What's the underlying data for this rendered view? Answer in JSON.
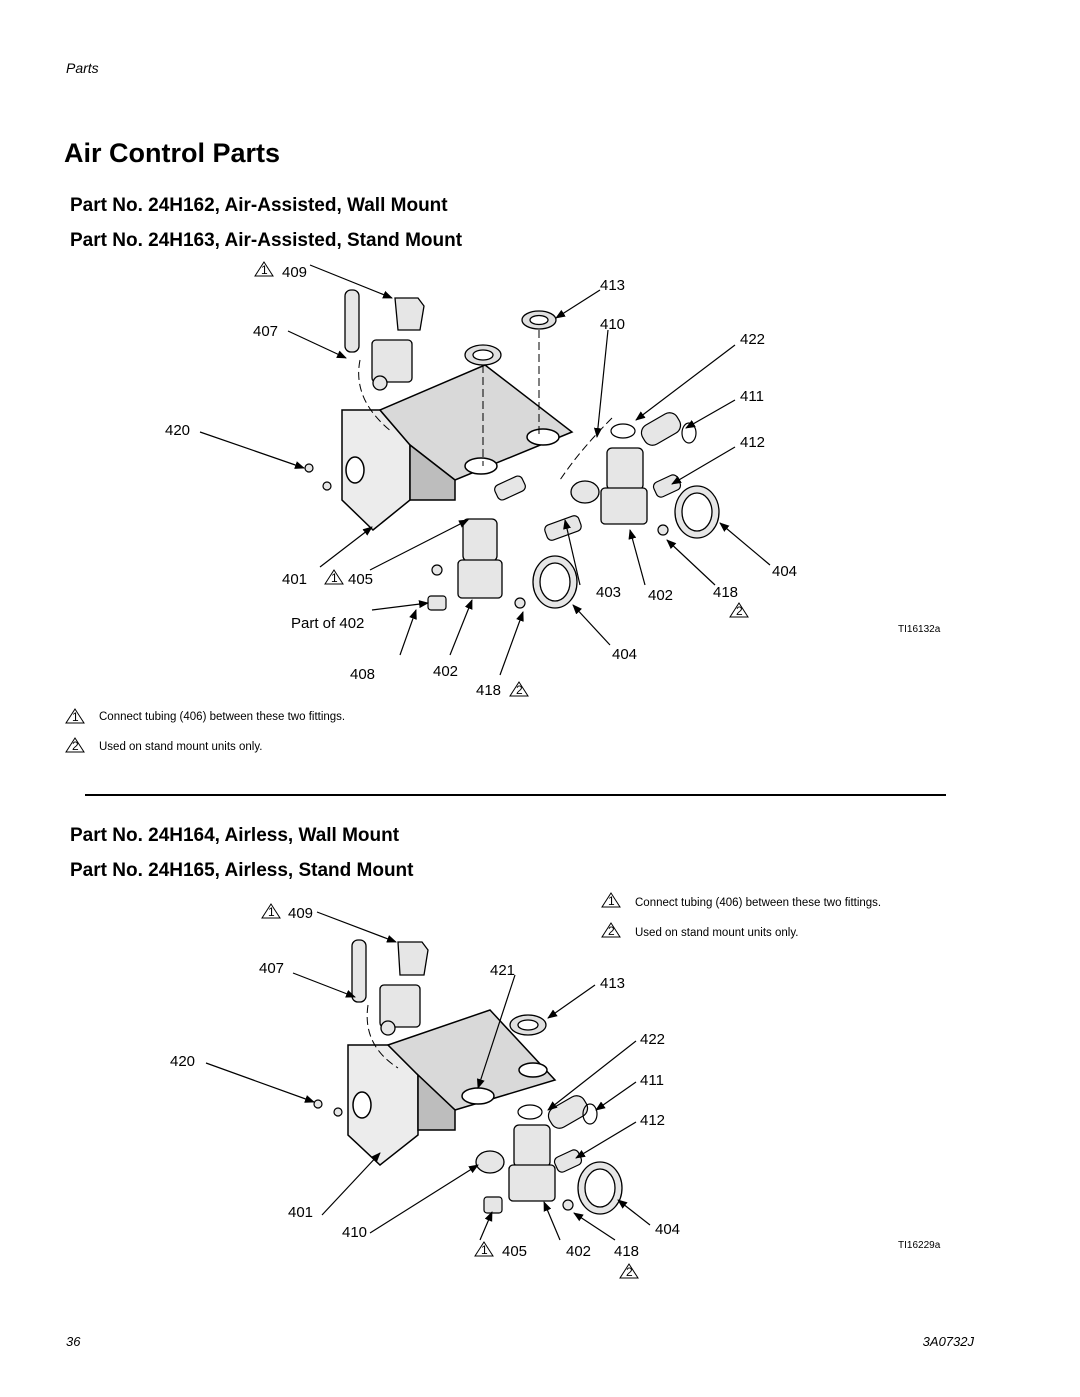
{
  "header": {
    "section": "Parts"
  },
  "page_title": "Air Control Parts",
  "diagram1": {
    "headings": [
      "Part No. 24H162, Air-Assisted, Wall Mount",
      "Part No. 24H163, Air-Assisted, Stand Mount"
    ],
    "callouts": {
      "c409": "409",
      "c413": "413",
      "c407": "407",
      "c410": "410",
      "c422": "422",
      "c411": "411",
      "c420": "420",
      "c412": "412",
      "c401": "401",
      "c405": "405",
      "c403": "403",
      "c402a": "402",
      "c418a": "418",
      "c404a": "404",
      "part_of": "Part of 402",
      "c404b": "404",
      "c408": "408",
      "c402b": "402",
      "c418b": "418"
    },
    "figure_id": "TI16132a",
    "notes": [
      {
        "mark": "1",
        "text": "Connect tubing (406) between these two fittings."
      },
      {
        "mark": "2",
        "text": "Used on stand mount units only."
      }
    ]
  },
  "diagram2": {
    "headings": [
      "Part No. 24H164, Airless, Wall Mount",
      "Part No. 24H165, Airless, Stand Mount"
    ],
    "notes": [
      {
        "mark": "1",
        "text": "Connect tubing (406) between these two fittings."
      },
      {
        "mark": "2",
        "text": "Used on stand mount units only."
      }
    ],
    "callouts": {
      "c409": "409",
      "c407": "407",
      "c421": "421",
      "c413": "413",
      "c422": "422",
      "c420": "420",
      "c411": "411",
      "c412": "412",
      "c401": "401",
      "c410": "410",
      "c404": "404",
      "c405": "405",
      "c402": "402",
      "c418": "418"
    },
    "figure_id": "TI16229a"
  },
  "footer": {
    "page_number": "36",
    "doc_id": "3A0732J"
  }
}
